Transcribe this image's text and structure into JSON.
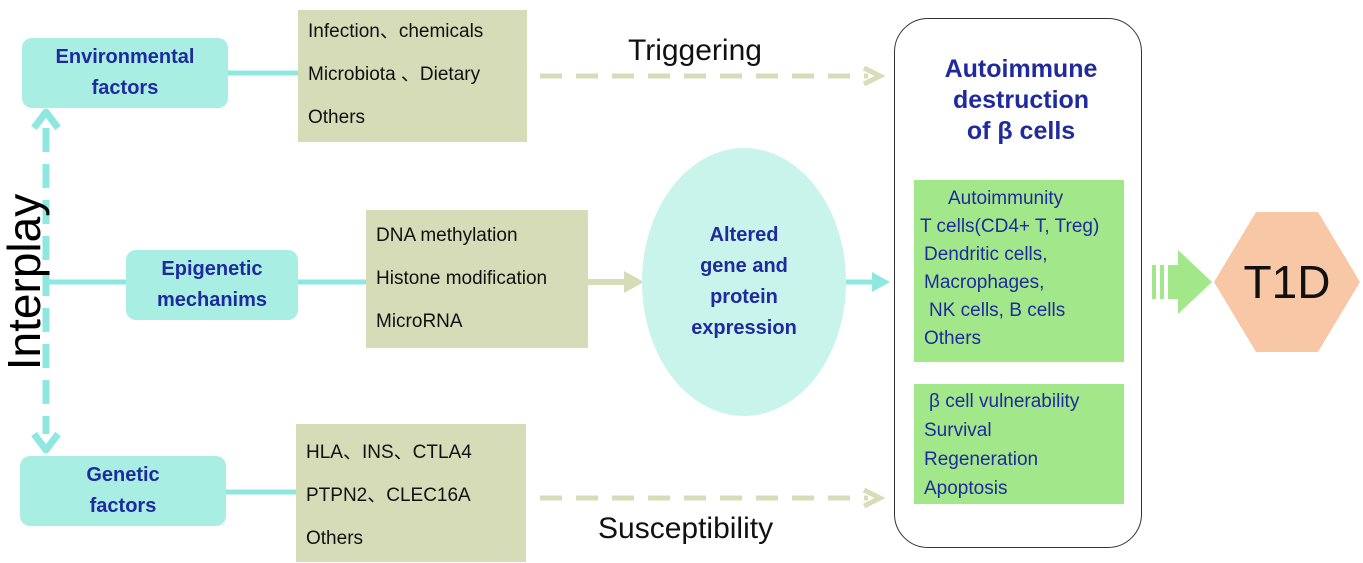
{
  "left_axis": {
    "label": "Interplay"
  },
  "environmental": {
    "box_lines": [
      "Environmental",
      "factors"
    ],
    "items": [
      "Infection、chemicals",
      "Microbiota 、Dietary",
      "Others"
    ],
    "arrow_label": "Triggering"
  },
  "epigenetic": {
    "box_lines": [
      "Epigenetic",
      "mechanims"
    ],
    "items": [
      "DNA methylation",
      "Histone modification",
      "MicroRNA"
    ]
  },
  "genetic": {
    "box_lines": [
      "Genetic",
      "factors"
    ],
    "items": [
      "HLA、INS、CTLA4",
      "PTPN2、CLEC16A",
      "Others"
    ],
    "arrow_label": "Susceptibility"
  },
  "altered": {
    "lines": [
      "Altered",
      "gene and",
      "protein",
      "expression"
    ]
  },
  "destruction": {
    "title_lines": [
      "Autoimmune",
      "destruction",
      "of β cells"
    ],
    "autoimmunity_lines": [
      "Autoimmunity",
      "T cells(CD4+ T, Treg)",
      "Dendritic cells,",
      "Macrophages,",
      "NK cells, B cells",
      "Others"
    ],
    "vulnerability_lines": [
      "β cell vulnerability",
      "Survival",
      "Regeneration",
      "Apoptosis"
    ]
  },
  "outcome": {
    "label": "T1D"
  },
  "colors": {
    "teal_box": "#a8eee2",
    "teal_line": "#8ee8e0",
    "olive_box": "#d6dbb8",
    "green_box": "#a2e88b",
    "salmon": "#f8c7a6",
    "navy_text": "#1f2a9c",
    "dash_arrow": "#d8dcb9"
  }
}
